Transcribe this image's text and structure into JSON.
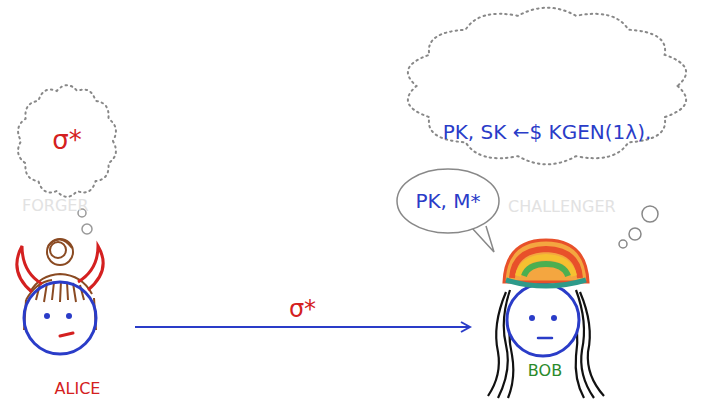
{
  "diagram": {
    "nodes": [
      {
        "text": [
          "σ*"
        ]
      },
      {
        "text": [
          "ALICE"
        ]
      },
      {
        "text": [
          "PK, M*"
        ]
      },
      {
        "text": [
          "PK, SK ←$ KGEN(1λ)."
        ]
      },
      {
        "text": [
          "BOB"
        ]
      }
    ],
    "edges": [
      {
        "from": 1,
        "to": 4,
        "label": "σ*",
        "arrow": "to"
      }
    ],
    "labels": [
      "FORGER",
      "CHALLENGER"
    ]
  }
}
